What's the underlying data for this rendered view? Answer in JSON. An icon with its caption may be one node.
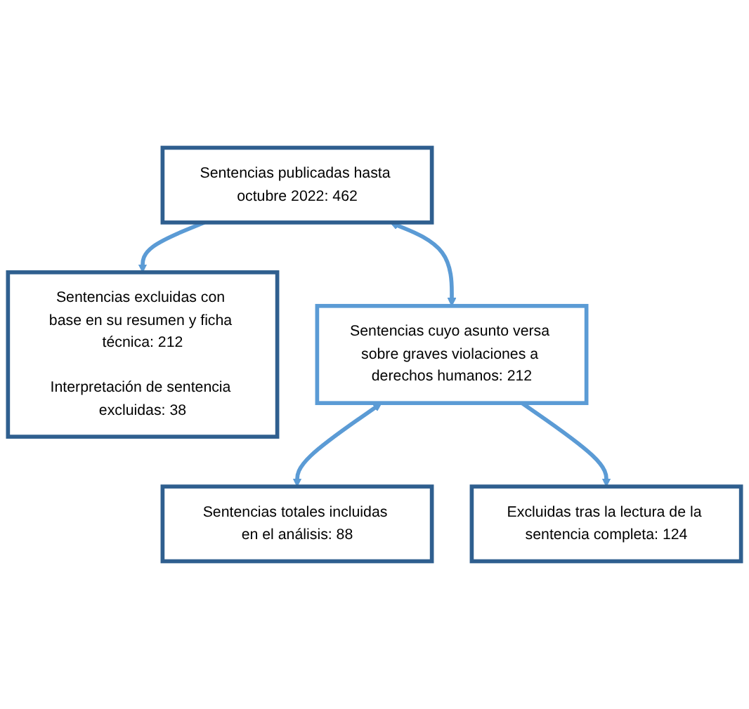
{
  "diagram": {
    "nodes": [
      {
        "text": [
          "Sentencias publicadas hasta octubre 2022: 462"
        ]
      },
      {
        "text": [
          "Sentencias excluidas con base en su resumen y ficha técnica: 212",
          "Interpretación de sentencia excluidas: 38"
        ]
      },
      {
        "text": [
          "Sentencias cuyo asunto versa sobre graves violaciones a derechos humanos: 212"
        ]
      },
      {
        "text": [
          "Excluidas tras la lectura de la sentencia completa: 124"
        ]
      },
      {
        "text": [
          "Sentencias totales incluidas en el análisis: 88"
        ]
      }
    ],
    "edges": [
      {
        "from": 0,
        "to": 2,
        "arrow": "both"
      },
      {
        "from": 0,
        "to": 1,
        "arrow": "to"
      },
      {
        "from": 2,
        "to": 4,
        "arrow": "both"
      },
      {
        "from": 2,
        "to": 3,
        "arrow": "to"
      }
    ]
  }
}
